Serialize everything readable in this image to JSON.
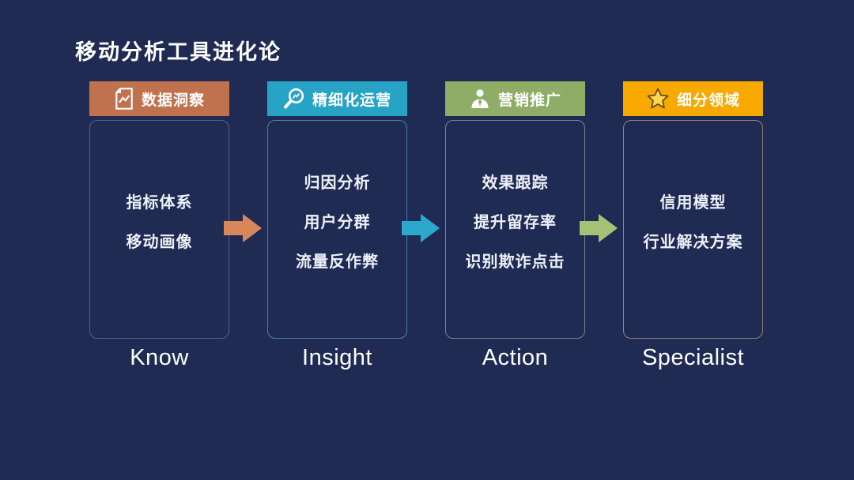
{
  "slide": {
    "title": "移动分析工具进化论",
    "background_color": "#202b54",
    "text_color": "#ffffff"
  },
  "columns": [
    {
      "stage": "Know",
      "header": {
        "label": "数据洞察",
        "icon": "report-chart-icon",
        "color": "#c0714d"
      },
      "items": [
        "指标体系",
        "移动画像"
      ],
      "panel_border_color": "#5b5f83"
    },
    {
      "stage": "Insight",
      "header": {
        "label": "精细化运营",
        "icon": "magnifier-trend-icon",
        "color": "#26a3c5"
      },
      "items": [
        "归因分析",
        "用户分群",
        "流量反作弊"
      ],
      "panel_border_color": "#4b81ab"
    },
    {
      "stage": "Action",
      "header": {
        "label": "营销推广",
        "icon": "businessman-icon",
        "color": "#8fad67"
      },
      "items": [
        "效果跟踪",
        "提升留存率",
        "识别欺诈点击"
      ],
      "panel_border_color": "#76888f"
    },
    {
      "stage": "Specialist",
      "header": {
        "label": "细分领域",
        "icon": "star-icon",
        "color": "#f8a900"
      },
      "items": [
        "信用模型",
        "行业解决方案"
      ],
      "panel_border_color": "#91807a"
    }
  ],
  "arrows": [
    {
      "icon": "right-arrow-icon",
      "color": "#d9875a"
    },
    {
      "icon": "right-arrow-icon",
      "color": "#2ba9cd"
    },
    {
      "icon": "right-arrow-icon",
      "color": "#a6c173"
    }
  ]
}
